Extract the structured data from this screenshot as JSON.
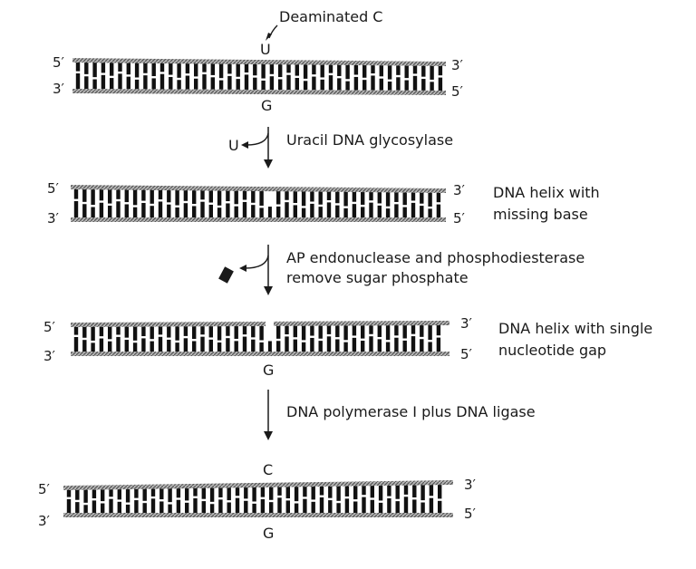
{
  "title": "Deaminated C",
  "stage1": {
    "top_base": "U",
    "bottom_base": "G"
  },
  "step1": {
    "removed": "U",
    "enzyme": "Uracil DNA glycosylase"
  },
  "stage2": {
    "caption_line1": "DNA helix with",
    "caption_line2": "missing base"
  },
  "step2": {
    "line1": "AP endonuclease and phosphodiesterase",
    "line2": "remove sugar phosphate"
  },
  "stage3": {
    "caption_line1": "DNA helix with single",
    "caption_line2": "nucleotide gap",
    "bottom_base": "G"
  },
  "step3": {
    "enzyme": "DNA polymerase I plus DNA ligase"
  },
  "stage4": {
    "top_base": "C",
    "bottom_base": "G"
  },
  "ends": {
    "five": "5′",
    "three": "3′"
  },
  "colors": {
    "ink": "#1a1a1a",
    "backbone": "#8c8c8c"
  }
}
